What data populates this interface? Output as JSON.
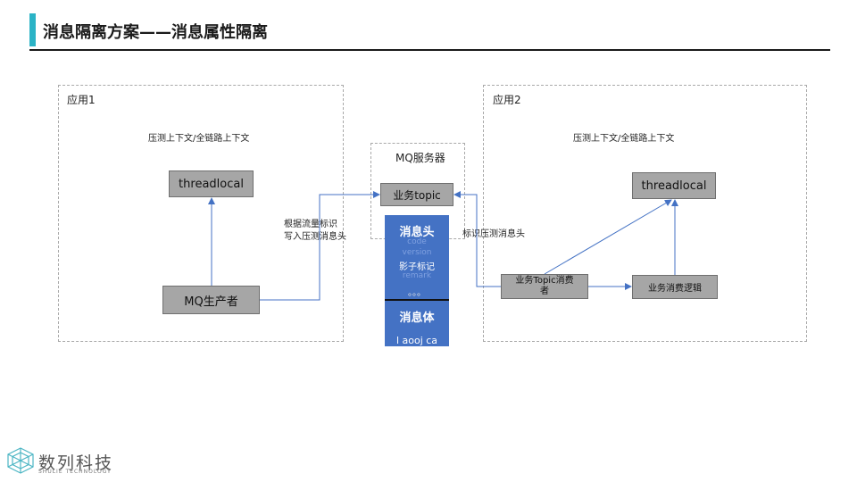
{
  "header": {
    "title": "消息隔离方案——消息属性隔离"
  },
  "app1": {
    "label": "应用1",
    "context": "压测上下文/全链路上下文",
    "threadlocal": "threadlocal",
    "producer": "MQ生产者",
    "write_note_line1": "根据流量标识",
    "write_note_line2": "写入压测消息头"
  },
  "mq": {
    "label": "MQ服务器",
    "topic": "业务topic"
  },
  "message": {
    "head": "消息头",
    "field_code": "code",
    "field_version": "version",
    "field_shadow": "影子标记",
    "field_remark": "remark",
    "dots": "。。。",
    "body": "消息体",
    "body_text": "l aooj ca"
  },
  "app2": {
    "label": "应用2",
    "context": "压测上下文/全链路上下文",
    "threadlocal": "threadlocal",
    "consumer_line1": "业务Topic消费",
    "consumer_line2": "者",
    "logic": "业务消费逻辑",
    "read_note": "标识压测消息头"
  },
  "logo": {
    "name": "数列科技",
    "sub": "SHULIE TECHNOLOGY"
  },
  "colors": {
    "accent": "#2bb3c6",
    "message_fill": "#4472c4",
    "arrow": "#4472c4",
    "box_fill": "#a6a6a6"
  }
}
